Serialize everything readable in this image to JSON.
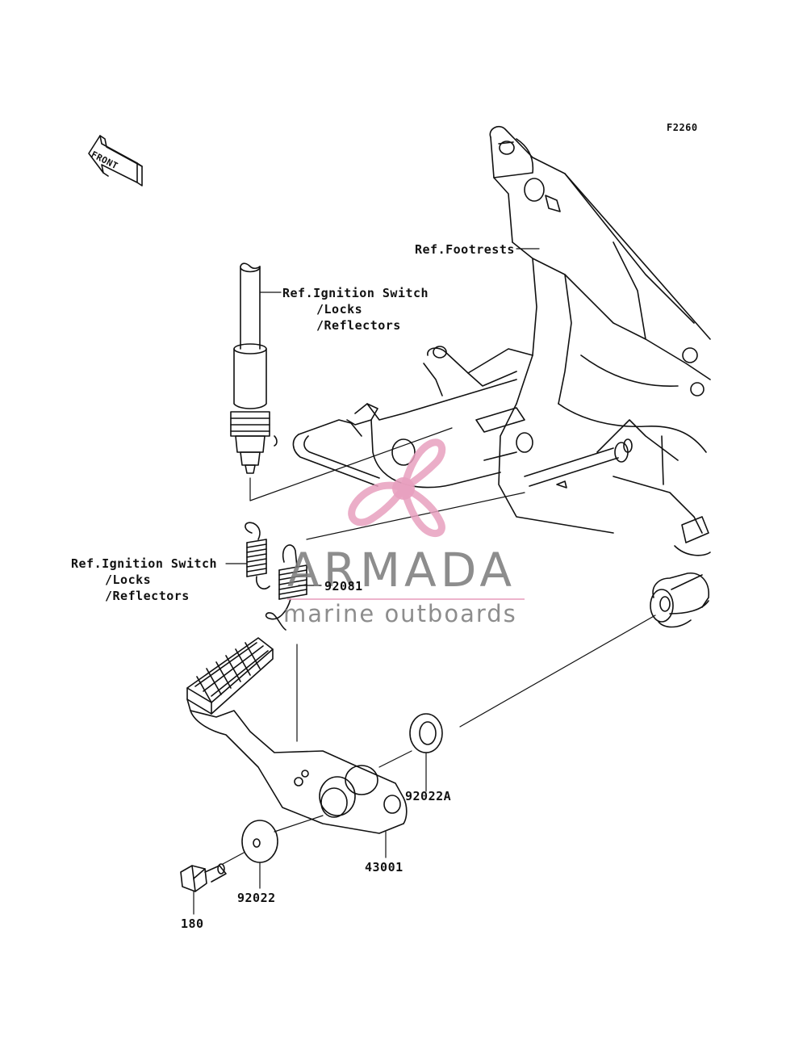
{
  "diagram": {
    "code": "F2260",
    "front_arrow_text": "FRONT",
    "callouts": {
      "ref_footrests": "Ref.Footrests",
      "ref_ignition_top": [
        "Ref.Ignition Switch",
        "/Locks",
        "/Reflectors"
      ],
      "ref_ignition_left": [
        "Ref.Ignition Switch",
        "/Locks",
        "/Reflectors"
      ]
    },
    "parts": {
      "spring": "92081",
      "washer_a": "92022A",
      "pedal": "43001",
      "washer": "92022",
      "bolt": "180"
    }
  },
  "watermark": {
    "brand": "ARMADA",
    "tagline": "marine outboards",
    "logo_color": "#e8a0bf",
    "text_color": "#7a7a7a"
  }
}
